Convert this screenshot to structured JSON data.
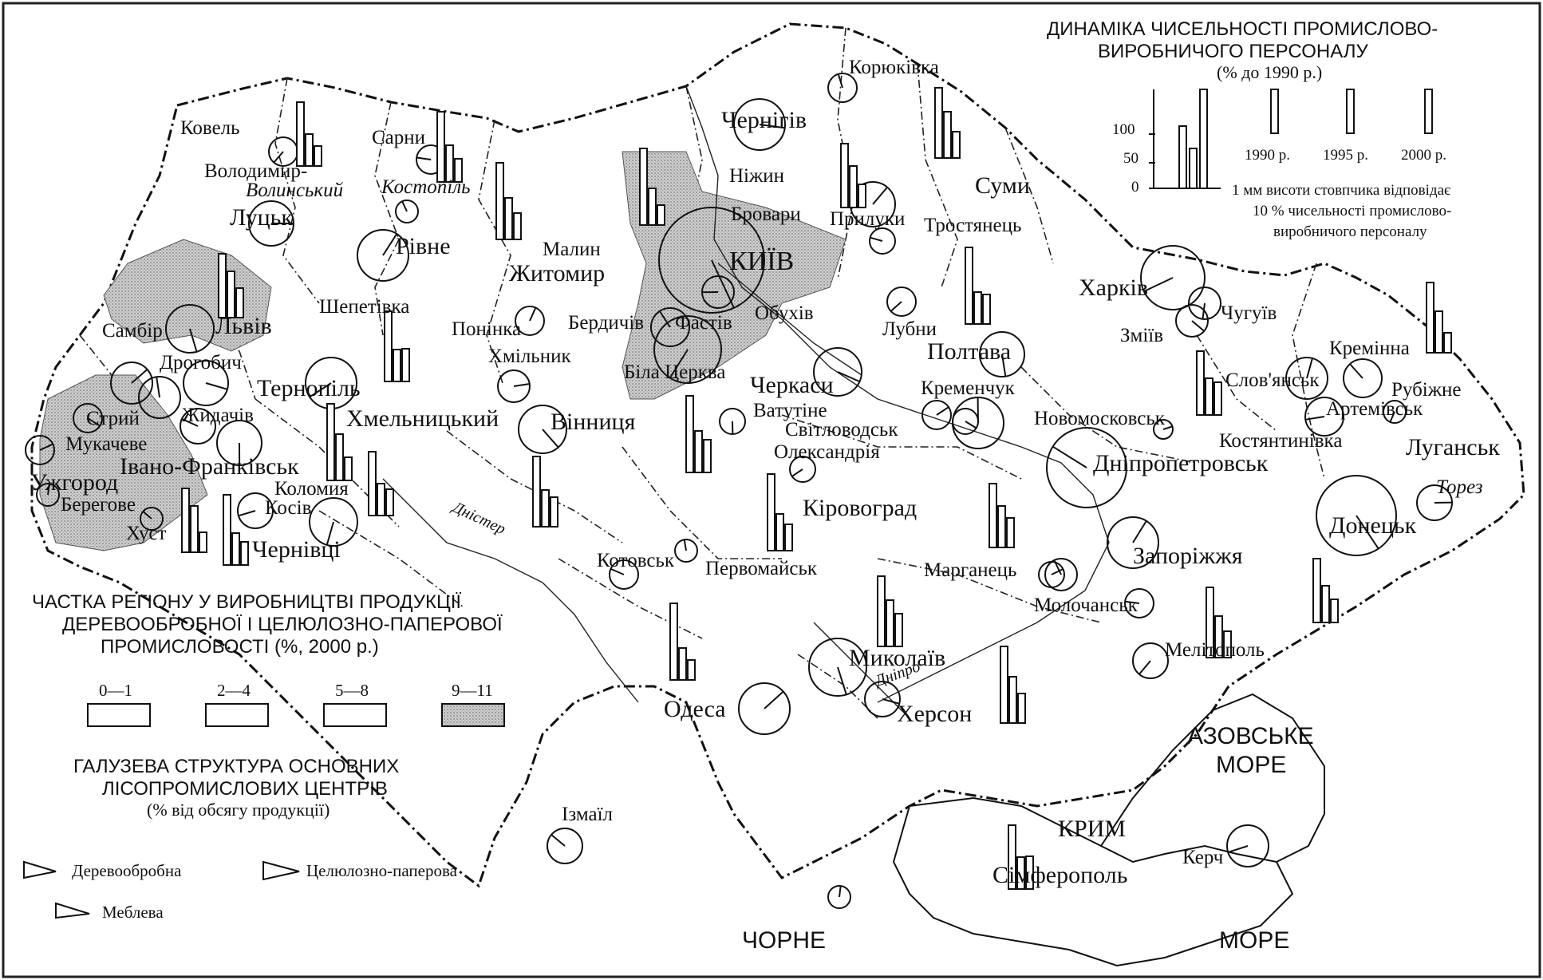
{
  "dynamics_legend": {
    "title_line1": "ДИНАМІКА ЧИСЕЛЬНОСТІ ПРОМИСЛОВО-",
    "title_line2": "ВИРОБНИЧОГО ПЕРСОНАЛУ",
    "title_line3": "(% до 1990 р.)",
    "axis_ticks": [
      "100",
      "50",
      "0"
    ],
    "years": [
      "1990 р.",
      "1995 р.",
      "2000 р."
    ],
    "note_line1": "1 мм висоти стовпчика відповідає",
    "note_line2": "10 % чисельності промислово-",
    "note_line3": "виробничого персоналу"
  },
  "share_legend": {
    "title_line1": "ЧАСТКА РЕГІОНУ У ВИРОБНИЦТВІ ПРОДУКЦІЇ",
    "title_line2": "ДЕРЕВООБРОБНОЇ І ЦЕЛЮЛОЗНО-ПАПЕРОВОЇ",
    "title_line3": "ПРОМИСЛОВОСТІ (%, 2000 р.)",
    "classes": [
      {
        "label": "0—1",
        "shade": "#ffffff"
      },
      {
        "label": "2—4",
        "shade": "#ffffff"
      },
      {
        "label": "5—8",
        "shade": "#ffffff"
      },
      {
        "label": "9—11",
        "shade": "#bdbdbd"
      }
    ]
  },
  "structure_legend": {
    "title_line1": "ГАЛУЗЕВА СТРУКТУРА ОСНОВНИХ",
    "title_line2": "ЛІСОПРОМИСЛОВИХ ЦЕНТРІВ",
    "title_line3": "(% від обсягу продукції)",
    "items": [
      "Деревообробна",
      "Целюлозно-паперова",
      "Меблева"
    ]
  },
  "seas": {
    "azov_line1": "АЗОВСЬКЕ",
    "azov_line2": "МОРЕ",
    "black_1": "ЧОРНЕ",
    "black_2": "МОРЕ"
  },
  "rivers": {
    "dnister": "Дністер",
    "dnipro": "Дніпро"
  },
  "regions": {
    "rivne": "Рівне",
    "lutsk": "Луцьк",
    "lviv": "Львів",
    "ternopil": "Тернопіль",
    "khmelnytskyi": "Хмельницький",
    "ivano_frankivsk": "Івано-Франківськ",
    "uzhhorod": "Ужгород",
    "chernivtsi": "Чернівці",
    "zhytomyr": "Житомир",
    "vinnytsia": "Вінниця",
    "kyiv": "КИЇВ",
    "chernihiv": "Чернігів",
    "sumy": "Суми",
    "kharkiv": "Харків",
    "poltava": "Полтава",
    "cherkasy": "Черкаси",
    "kirovohrad": "Кіровоград",
    "dnipropetrovsk": "Дніпропетровськ",
    "donetsk": "Донецьк",
    "luhansk": "Луганськ",
    "zaporizhzhia": "Запоріжжя",
    "mykolaiv": "Миколаїв",
    "odesa": "Одеса",
    "kherson": "Херсон",
    "krym": "КРИМ",
    "simferopol": "Сімферополь"
  },
  "towns": {
    "kovel": "Ковель",
    "volodymyr_1": "Володимир-",
    "volodymyr_2": "Волинський",
    "sarny": "Сарни",
    "kostopil": "Костопіль",
    "koriukivka": "Корюківка",
    "nizhyn": "Ніжин",
    "brovary": "Бровари",
    "pryluky": "Прилуки",
    "trostianets": "Тростянець",
    "malyn": "Малин",
    "shepetivka": "Шепетівка",
    "poninka": "Понінка",
    "berdychiv": "Бердичів",
    "fastiv": "Фастів",
    "obukhiv": "Обухів",
    "khmilnyk": "Хмільник",
    "bila_tserkva": "Біла Церква",
    "sambir": "Самбір",
    "drohobych": "Дрогобич",
    "stryi": "Стрий",
    "zhydachiv": "Жидачів",
    "mukachevo": "Мукачеве",
    "berehove": "Берегове",
    "khust": "Хуст",
    "kolomyia": "Коломия",
    "kosiv": "Косів",
    "lubny": "Лубни",
    "chuhuiv": "Чугуїв",
    "zmiiv": "Зміїв",
    "kremenchuk": "Кременчук",
    "vatutine": "Ватутіне",
    "svitlovodsk": "Світловодськ",
    "oleksandriia": "Олександрія",
    "novomoskovsk": "Новомосковськ",
    "kreminna": "Кремінна",
    "rubizhne": "Рубіжне",
    "sloviansk": "Слов'янськ",
    "artemivsk": "Артемівськ",
    "kostiantynivka": "Костянтинівка",
    "torez": "Торез",
    "kotovsk": "Котовськ",
    "pervomaisk": "Первомайськ",
    "marhanets": "Марганець",
    "molochansk": "Молочанськ",
    "melitopol": "Мелітополь",
    "izmail": "Ізмаїл",
    "kerch": "Керч"
  }
}
